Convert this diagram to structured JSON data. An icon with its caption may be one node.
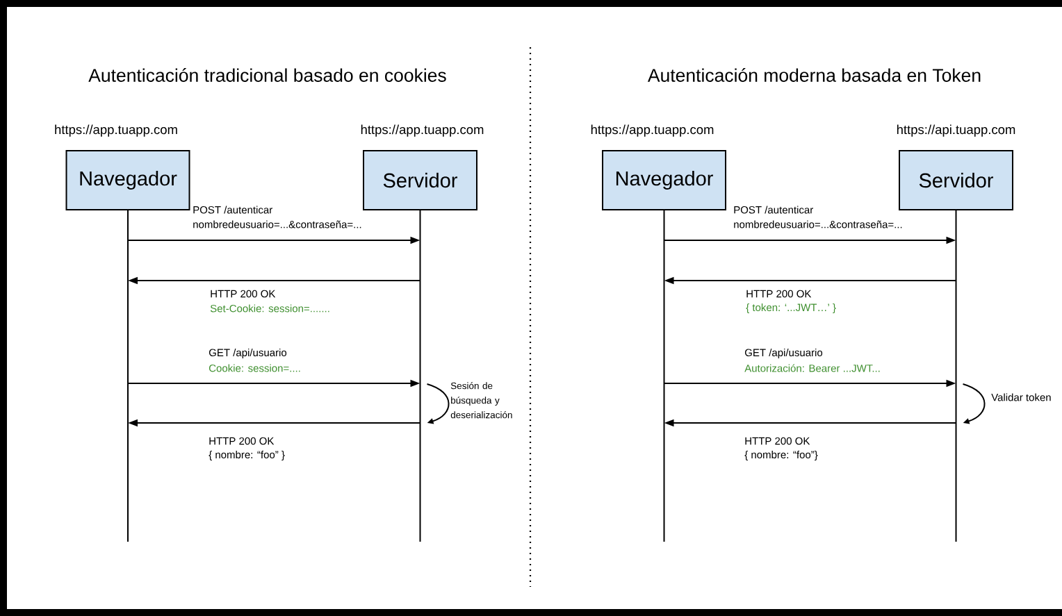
{
  "diagram": {
    "nodes": [
      {
        "text": [
          "Navegador"
        ],
        "beside": [
          "https://app.tuapp.com"
        ]
      },
      {
        "text": [
          "Servidor"
        ],
        "beside": [
          "https://app.tuapp.com"
        ]
      },
      {
        "text": [
          "Navegador"
        ],
        "beside": [
          "https://app.tuapp.com"
        ]
      },
      {
        "text": [
          "Servidor"
        ],
        "beside": [
          "https://api.tuapp.com"
        ]
      }
    ],
    "edges": [
      {
        "from": 0,
        "to": 1,
        "arrow": "to",
        "label": "POST /autenticar"
      },
      {
        "from": 1,
        "to": 0,
        "arrow": "to",
        "label": "HTTP 200 OK"
      },
      {
        "from": 0,
        "to": 1,
        "arrow": "to",
        "label": "GET /api/usuario"
      },
      {
        "from": 1,
        "to": 0,
        "arrow": "to",
        "label": "HTTP 200 OK"
      },
      {
        "from": 1,
        "to": 1,
        "arrow": "to",
        "label": "Sesión de búsqueda y deserialización"
      },
      {
        "from": 2,
        "to": 3,
        "arrow": "to",
        "label": "POST /autenticar"
      },
      {
        "from": 3,
        "to": 2,
        "arrow": "to",
        "label": "HTTP 200 OK"
      },
      {
        "from": 2,
        "to": 3,
        "arrow": "to",
        "label": "GET /api/usuario"
      },
      {
        "from": 3,
        "to": 2,
        "arrow": "to",
        "label": "HTTP 200 OK"
      },
      {
        "from": 3,
        "to": 3,
        "arrow": "to",
        "label": "Validar token"
      }
    ],
    "labels": [
      "Autenticación tradicional basado en cookies",
      "Autenticación moderna basada en Token",
      "nombredeusuario=...&contraseña=...",
      "Set-Cookie: session=.......",
      "Cookie: session=....",
      "{ nombre: “foo” }",
      "nombredeusuario=...&contraseña=...",
      "{ token: ‘...JWT…’ }",
      "Autorización: Bearer ...JWT...",
      "{ nombre: “foo”}"
    ]
  }
}
